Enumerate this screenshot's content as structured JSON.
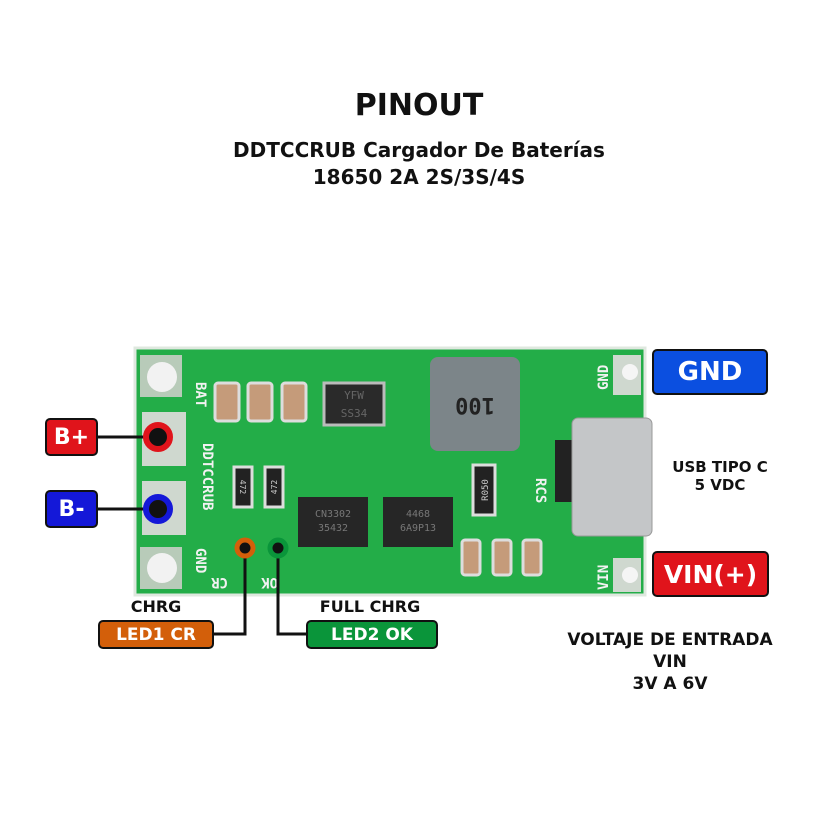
{
  "header": {
    "title": "PINOUT",
    "subtitle_line1": "DDTCCRUB Cargador De Baterías",
    "subtitle_line2": "18650 2A 2S/3S/4S"
  },
  "pins": {
    "b_plus": {
      "label": "B+",
      "color": "#e0141b"
    },
    "b_minus": {
      "label": "B-",
      "color": "#1418d8"
    },
    "gnd": {
      "label": "GND",
      "color": "#0b4fe0"
    },
    "vin": {
      "label": "VIN(+)",
      "color": "#e0141b"
    },
    "led1": {
      "caption": "CHRG",
      "label": "LED1 CR",
      "color": "#d35f0a"
    },
    "led2": {
      "caption": "FULL CHRG",
      "label": "LED2 OK",
      "color": "#0a953a"
    }
  },
  "usb": {
    "line1": "USB TIPO C",
    "line2": "5 VDC"
  },
  "input_voltage": {
    "line1": "VOLTAJE DE ENTRADA",
    "line2": "VIN",
    "line3": "3V A 6V"
  },
  "board": {
    "color": "#23ad48",
    "silk": {
      "bat": "BAT",
      "gnd_left": "GND",
      "model": "DDTCCRUB",
      "cr": "CR",
      "ok": "OK",
      "rcs": "RCS",
      "vin": "VIN",
      "gnd_right": "GND"
    },
    "parts": {
      "diode_1": "YFW",
      "diode_2": "SS34",
      "inductor": "100",
      "ic1_1": "CN3302",
      "ic1_2": "35432",
      "ic2_1": "4468",
      "ic2_2": "6A9P13",
      "shunt": "R050",
      "res1": "472",
      "res2": "472"
    }
  }
}
